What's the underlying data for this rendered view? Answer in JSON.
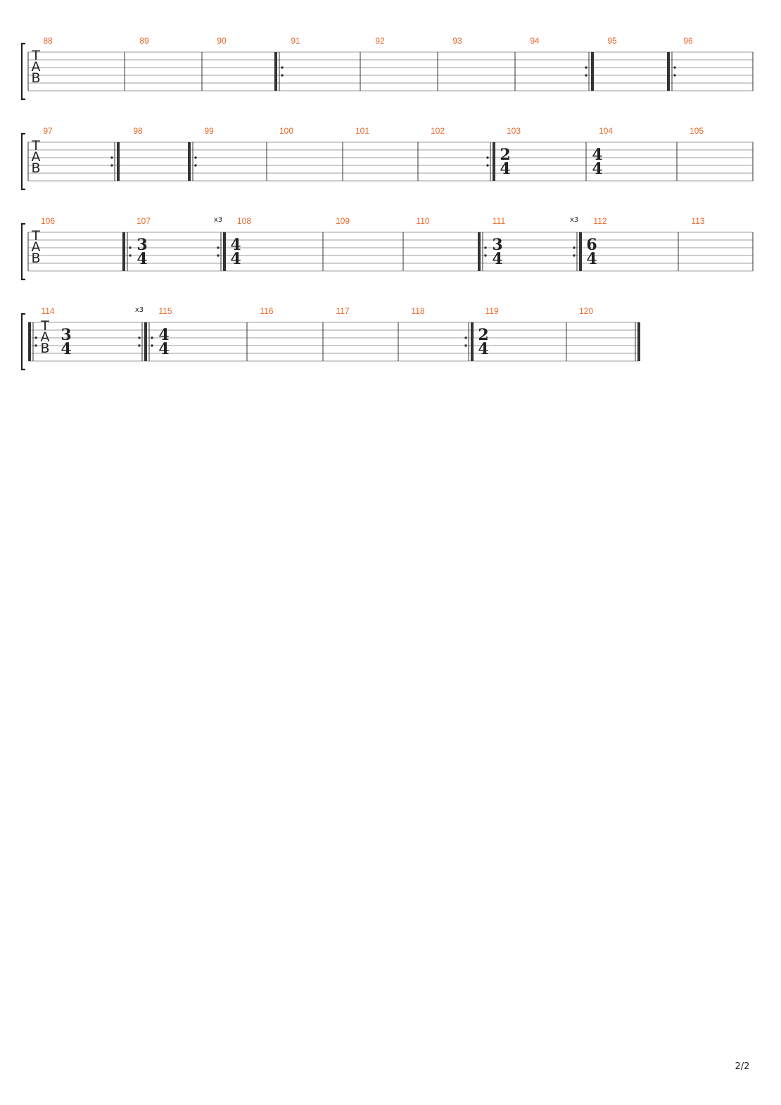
{
  "clef_letters": [
    "T",
    "A",
    "B"
  ],
  "colors": {
    "measure_number": "#e8682a",
    "ink": "#333333",
    "line": "#9c9c9c"
  },
  "page_number": "2/2",
  "systems": [
    {
      "measures": [
        {
          "number": "88"
        },
        {
          "number": "89"
        },
        {
          "number": "90"
        },
        {
          "number": "91",
          "repeat_start": true
        },
        {
          "number": "92"
        },
        {
          "number": "93"
        },
        {
          "number": "94",
          "repeat_end": true
        },
        {
          "number": "95"
        },
        {
          "number": "96",
          "repeat_start": true,
          "open_end": true
        }
      ]
    },
    {
      "measures": [
        {
          "number": "97",
          "repeat_end": true,
          "open_start": true
        },
        {
          "number": "98"
        },
        {
          "number": "99",
          "repeat_start": true
        },
        {
          "number": "100"
        },
        {
          "number": "101"
        },
        {
          "number": "102",
          "repeat_end": true
        },
        {
          "number": "103",
          "time_signature": [
            "2",
            "4"
          ]
        },
        {
          "number": "104",
          "time_signature": [
            "4",
            "4"
          ]
        },
        {
          "number": "105"
        }
      ]
    },
    {
      "measures": [
        {
          "number": "106"
        },
        {
          "number": "107",
          "repeat_start": true,
          "repeat_end": true,
          "repeat_count": "x3",
          "time_signature": [
            "3",
            "4"
          ]
        },
        {
          "number": "108",
          "time_signature": [
            "4",
            "4"
          ]
        },
        {
          "number": "109"
        },
        {
          "number": "110"
        },
        {
          "number": "111",
          "repeat_start": true,
          "repeat_end": true,
          "repeat_count": "x3",
          "time_signature": [
            "3",
            "4"
          ]
        },
        {
          "number": "112",
          "time_signature": [
            "6",
            "4"
          ]
        },
        {
          "number": "113"
        }
      ]
    },
    {
      "measures": [
        {
          "number": "114",
          "repeat_start": true,
          "repeat_end": true,
          "repeat_count": "x3",
          "time_signature": [
            "3",
            "4"
          ]
        },
        {
          "number": "115",
          "repeat_start": true,
          "time_signature": [
            "4",
            "4"
          ]
        },
        {
          "number": "116"
        },
        {
          "number": "117"
        },
        {
          "number": "118",
          "repeat_end": true
        },
        {
          "number": "119",
          "time_signature": [
            "2",
            "4"
          ]
        },
        {
          "number": "120",
          "final_barline": true
        }
      ]
    }
  ]
}
